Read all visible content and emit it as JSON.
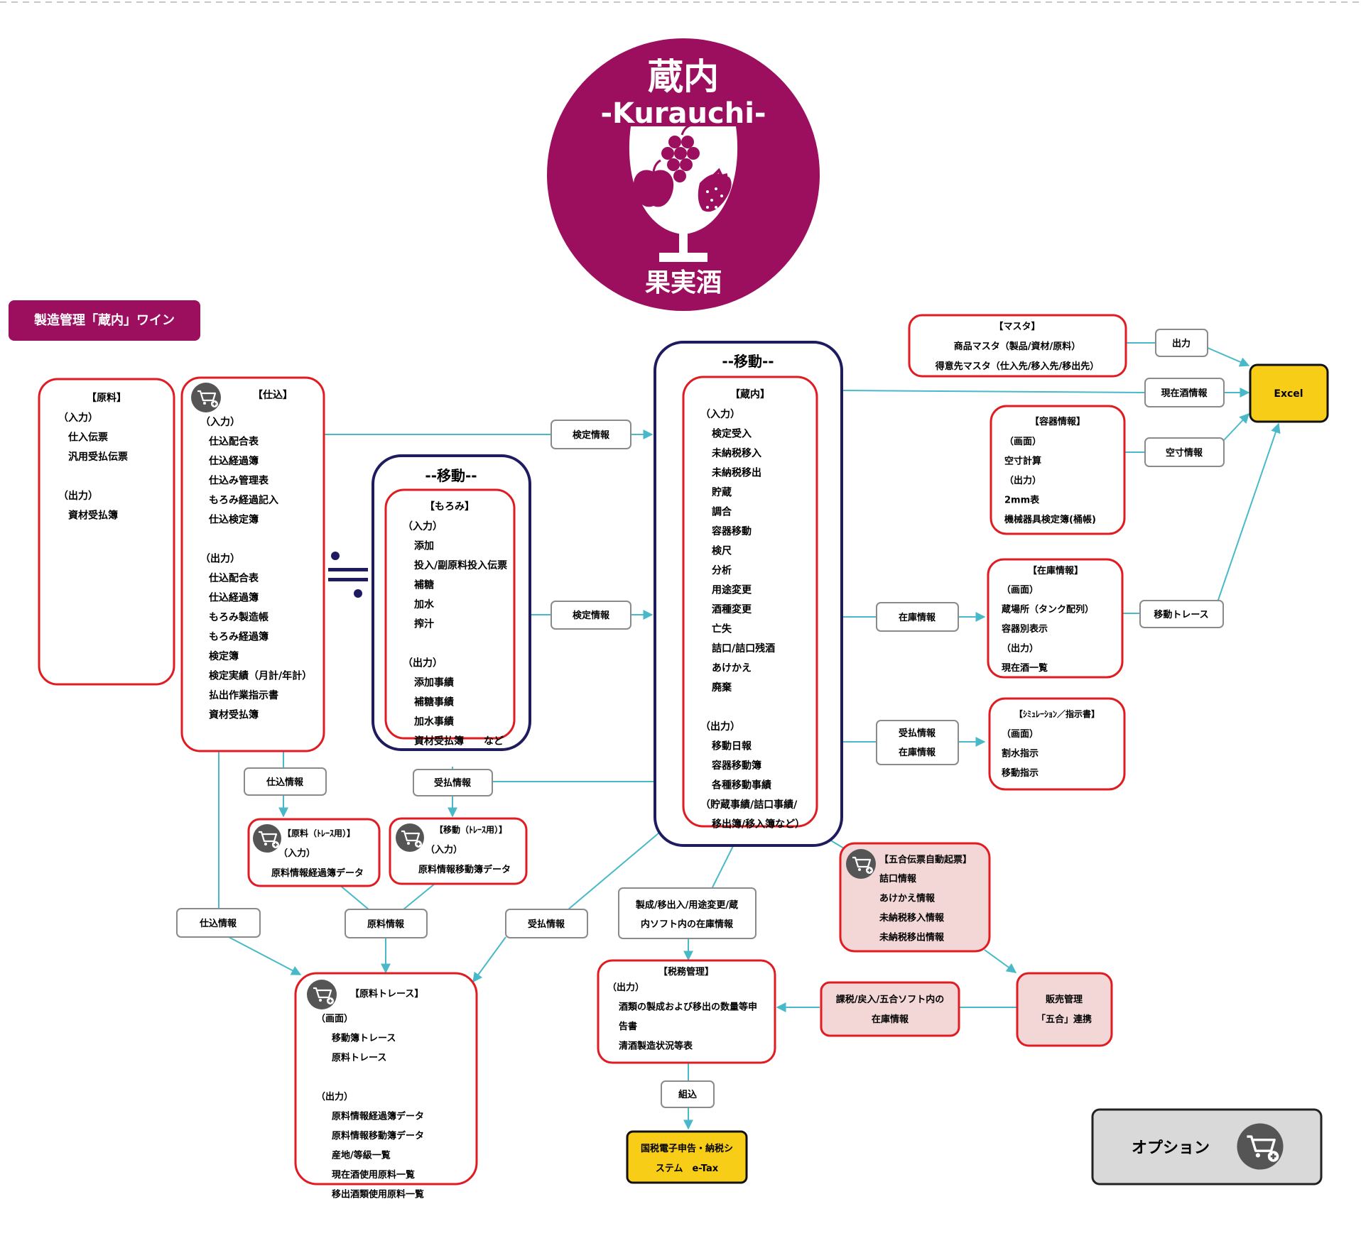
{
  "colors": {
    "brand": "#9c0f5f",
    "red_border": "#e01b22",
    "navy_border": "#1e1b5e",
    "connector": "#49b9c9",
    "yellow": "#f8cd17",
    "pink_fill": "#f3d6d6",
    "gray_border": "#8a8a8a",
    "icon_gray": "#555555",
    "option_fill": "#d9d9d9"
  },
  "logo": {
    "title": "蔵内",
    "subtitle": "-Kurauchi-",
    "category": "果実酒"
  },
  "page_label": "製造管理「蔵内」ワイン",
  "boxes": {
    "raw": {
      "title": "【原料】",
      "lines": [
        "（入力）",
        "仕入伝票",
        "汎用受払伝票",
        "",
        "（出力）",
        "資材受払簿"
      ]
    },
    "shikomi": {
      "title": "【仕込】",
      "lines": [
        "（入力）",
        "仕込配合表",
        "仕込経過簿",
        "仕込み管理表",
        "もろみ経過記入",
        "仕込検定簿",
        "",
        "（出力）",
        "仕込配合表",
        "仕込経過簿",
        "もろみ製造帳",
        "もろみ経過簿",
        "検定簿",
        "検定実績（月計/年計）",
        "払出作業指示書",
        "資材受払簿"
      ]
    },
    "moromi_group": {
      "title": "--移動--"
    },
    "moromi": {
      "title": "【もろみ】",
      "lines": [
        "（入力）",
        "添加",
        "投入/副原料投入伝票",
        "補糖",
        "加水",
        "搾汁",
        "",
        "（出力）",
        "添加事績",
        "補糖事績",
        "加水事績",
        "資材受払簿　　など"
      ]
    },
    "kura_group": {
      "title": "--移動--"
    },
    "kura": {
      "title": "【蔵内】",
      "lines": [
        "（入力）",
        "検定受入",
        "未納税移入",
        "未納税移出",
        "貯蔵",
        "調合",
        "容器移動",
        "検尺",
        "分析",
        "用途変更",
        "酒種変更",
        "亡失",
        "詰口/詰口残酒",
        "あけかえ",
        "廃棄",
        "",
        "（出力）",
        "移動日報",
        "容器移動簿",
        "各種移動事績",
        "（貯蔵事績/詰口事績/",
        "移出簿/移入簿など）"
      ]
    },
    "master": {
      "title": "【マスタ】",
      "lines": [
        "商品マスタ（製品/資材/原料）",
        "得意先マスタ（仕入先/移入先/移出先）"
      ]
    },
    "container": {
      "title": "【容器情報】",
      "lines": [
        "（画面）",
        "空寸計算",
        "（出力）",
        "2mm表",
        "機械器具検定簿(桶帳)"
      ]
    },
    "stock": {
      "title": "【在庫情報】",
      "lines": [
        "（画面）",
        "蔵場所（タンク配列）",
        "容器別表示",
        "（出力）",
        "現在酒一覧"
      ]
    },
    "sim": {
      "title": "【ｼﾐｭﾚｰｼｮﾝ／指示書】",
      "lines": [
        "（画面）",
        "割水指示",
        "移動指示"
      ]
    },
    "trace_raw": {
      "title": "【原料（ﾄﾚｰｽ用）】",
      "lines": [
        "（入力）",
        "原料情報経過簿データ"
      ]
    },
    "trace_move": {
      "title": "【移動（ﾄﾚｰｽ用）】",
      "lines": [
        "（入力）",
        "原料情報移動簿データ"
      ]
    },
    "gogo": {
      "title": "【五合伝票自動起票】",
      "lines": [
        "詰口情報",
        "あけかえ情報",
        "未納税移入情報",
        "未納税移出情報"
      ]
    },
    "zeimu": {
      "title": "【税務管理】",
      "lines": [
        "（出力）",
        "酒類の製成および移出の数量等申",
        "告書",
        "清酒製造状況等表"
      ]
    },
    "trace": {
      "title": "【原料トレース】",
      "lines": [
        "（画面）",
        "移動簿トレース",
        "原料トレース",
        "",
        "（出力）",
        "原料情報経過簿データ",
        "原料情報移動簿データ",
        "産地/等級一覧",
        "現在酒使用原料一覧",
        "移出酒類使用原料一覧"
      ]
    },
    "hanbai": {
      "lines": [
        "販売管理",
        "「五合」連携"
      ]
    },
    "kazei": {
      "lines": [
        "課税/戻入/五合ソフト内の",
        "在庫情報"
      ]
    }
  },
  "labels": {
    "kentei1": "検定情報",
    "kentei2": "検定情報",
    "zaiko": "在庫情報",
    "ukeharai_zaiko": [
      "受払情報",
      "在庫情報"
    ],
    "shutsuryoku": "出力",
    "genzai": "現在酒情報",
    "kusun": "空寸情報",
    "idou_trace": "移動トレース",
    "shikomi1": "仕込情報",
    "ukeharai1": "受払情報",
    "shikomi2": "仕込情報",
    "genryo": "原料情報",
    "ukeharai2": "受払情報",
    "seisei": [
      "製成/移出入/用途変更/蔵",
      "内ソフト内の在庫情報"
    ],
    "kumikomi": "組込"
  },
  "terminals": {
    "excel": "Excel",
    "etax": [
      "国税電子申告・納税シ",
      "ステム　e-Tax"
    ]
  },
  "option": {
    "label": "オプション",
    "icon": "cart-option-icon"
  }
}
